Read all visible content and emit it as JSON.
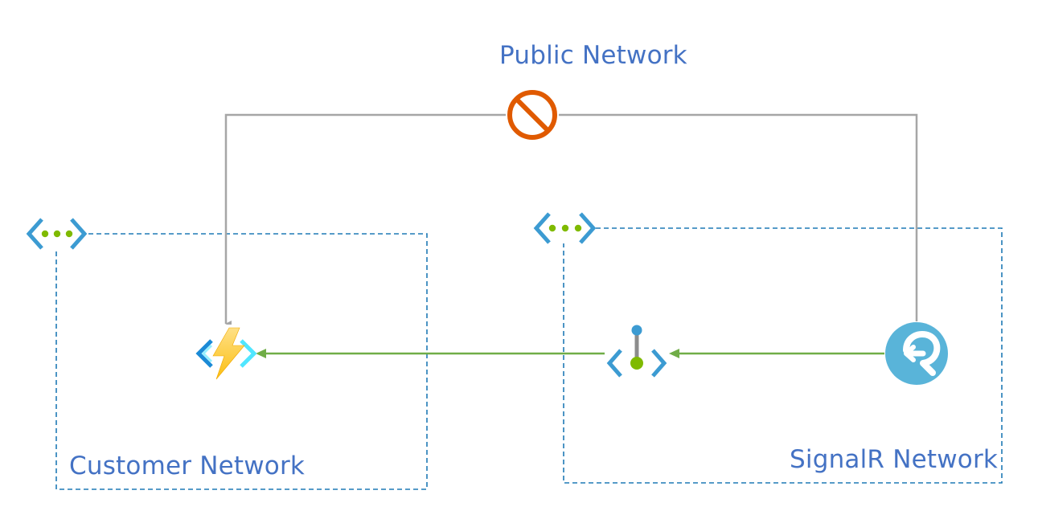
{
  "labels": {
    "public_network": "Public Network",
    "customer_network": "Customer Network",
    "signalr_network": "SignalR Network"
  },
  "colors": {
    "label_text": "#4472c4",
    "vnet_border": "#1f7ab5",
    "vnet_icon_bracket": "#3c9bd2",
    "vnet_icon_dot": "#7fba00",
    "public_path_line": "#a6a6a6",
    "private_path_line": "#70ad47",
    "blocked_symbol": "#e05a00",
    "function_bolt": "#fcbf10",
    "function_bracket_left": "#1a8ad6",
    "function_bracket_right": "#50e6ff",
    "signalr_circle": "#59b4d9"
  },
  "icons": {
    "customer_vnet": "virtual-network-icon",
    "signalr_vnet": "virtual-network-icon",
    "blocked": "blocked-icon",
    "function_app": "azure-function-icon",
    "private_endpoint": "private-endpoint-icon",
    "signalr_service": "signalr-service-icon"
  }
}
